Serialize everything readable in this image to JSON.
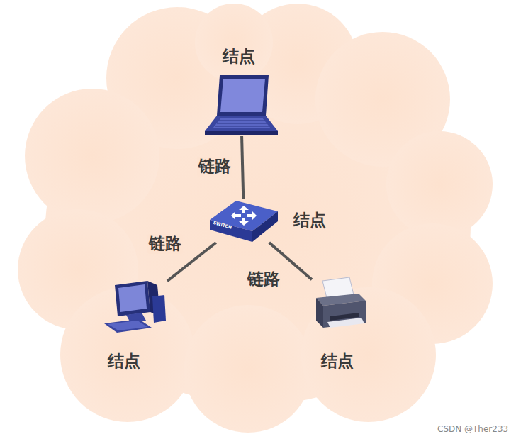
{
  "diagram": {
    "nodes": [
      {
        "text": [
          "结点"
        ]
      },
      {
        "text": [
          "结点"
        ]
      },
      {
        "text": [
          "结点"
        ]
      },
      {
        "text": [
          "结点"
        ]
      }
    ],
    "edges": [
      {
        "from": 0,
        "to": 1,
        "arrow": "none",
        "label": "链路"
      },
      {
        "from": 1,
        "to": 2,
        "arrow": "none",
        "label": "链路"
      },
      {
        "from": 1,
        "to": 3,
        "arrow": "none",
        "label": "链路"
      }
    ],
    "labels": [
      "CSDN @Ther233",
      "SWITCH"
    ]
  }
}
